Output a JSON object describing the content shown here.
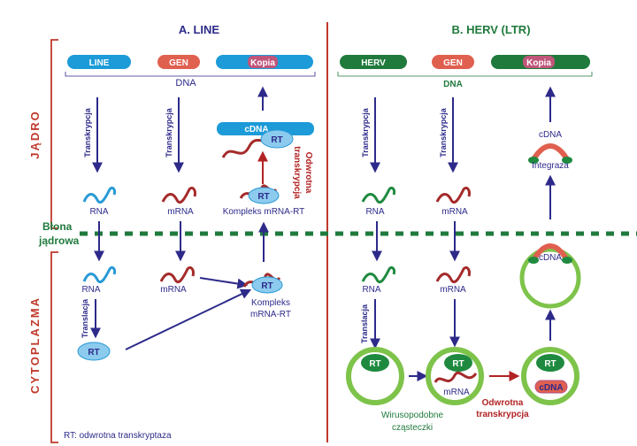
{
  "sections": {
    "line_title": "A. LINE",
    "herv_title": "B. HERV (LTR)",
    "nucleus": "JĄDRO",
    "cytoplasm": "CYTOPLAZMA",
    "membrane_1": "Błona",
    "membrane_2": "jądrowa"
  },
  "line": {
    "dna_boxes": {
      "line": "LINE",
      "gen": "GEN",
      "kopia": "Kopia"
    },
    "dna_label": "DNA",
    "transkrypcja": "Transkrypcja",
    "rna": "RNA",
    "mrna": "mRNA",
    "cdna": "cDNA",
    "rt": "RT",
    "odwrotna": "Odwrotna",
    "transkrypcja_red": "transkrypcja",
    "kompleks": "Kompleks mRNA-RT",
    "rna_cyto": "RNA",
    "mrna_cyto": "mRNA",
    "translacja": "Translacja",
    "kompleks_cyto_1": "Kompleks",
    "kompleks_cyto_2": "mRNA-RT"
  },
  "herv": {
    "dna_boxes": {
      "herv": "HERV",
      "gen": "GEN",
      "kopia": "Kopia"
    },
    "dna_label": "DNA",
    "transkrypcja": "Transkrypcja",
    "rna": "RNA",
    "mrna": "mRNA",
    "cdna_top": "cDNA",
    "integraza": "Integraza",
    "cdna_ring": "cDNA",
    "translacja": "Translacja",
    "rt": "RT",
    "mrna_particle": "mRNA",
    "cdna_particle": "cDNA",
    "wirus_1": "Wirusopodobne",
    "wirus_2": "cząsteczki",
    "odwrotna_1": "Odwrotna",
    "odwrotna_2": "transkrypcja"
  },
  "footnote": "RT: odwrotna transkryptaza",
  "colors": {
    "blue_box": "#1c9bd8",
    "blue_light": "#8ccbee",
    "red_box": "#e0604f",
    "green_box": "#1f7a3c",
    "green_light": "#2e9d4a",
    "ring_green": "#7ec34a",
    "navy_arrow": "#2d2a8a",
    "dark_red": "#b22222",
    "rna_blue": "#2a9ad6",
    "mrna_red": "#a52a2a",
    "rna_green": "#1f8a3f"
  }
}
